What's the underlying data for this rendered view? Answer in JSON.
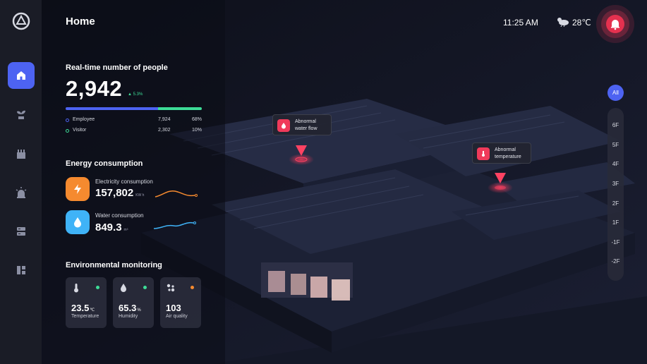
{
  "header": {
    "title": "Home",
    "time": "11:25 AM",
    "temperature": "28℃",
    "weather_icon": "cloudy-icon",
    "alarm_icon": "bell-icon"
  },
  "sidebar": {
    "items": [
      {
        "icon": "home-icon",
        "active": true
      },
      {
        "icon": "plant-icon",
        "active": false
      },
      {
        "icon": "factory-icon",
        "active": false
      },
      {
        "icon": "alarm-light-icon",
        "active": false
      },
      {
        "icon": "server-icon",
        "active": false
      },
      {
        "icon": "layout-icon",
        "active": false
      }
    ]
  },
  "people": {
    "title": "Real-time number of people",
    "total": "2,942",
    "growth": "5.3%",
    "employee": {
      "label": "Employee",
      "count": "7,924",
      "pct": "68%",
      "share": 0.68,
      "color": "#4d63f2"
    },
    "visitor": {
      "label": "Visitor",
      "count": "2,302",
      "pct": "10%",
      "color": "#3ddc97"
    }
  },
  "energy": {
    "title": "Energy consumption",
    "electricity": {
      "label": "Electricity consumption",
      "value": "157,802",
      "unit": "KW h",
      "color": "#f58a2f"
    },
    "water": {
      "label": "Water consumption",
      "value": "849.3",
      "unit": "m³",
      "color": "#3fb3f7"
    }
  },
  "environment": {
    "title": "Environmental monitoring",
    "cards": [
      {
        "value": "23.5",
        "unit": "℃",
        "label": "Temperature",
        "icon": "thermometer-icon",
        "dot": "#3ddc97"
      },
      {
        "value": "65.3",
        "unit": "%",
        "label": "Humidity",
        "icon": "droplet-icon",
        "dot": "#3ddc97"
      },
      {
        "value": "103",
        "unit": "",
        "label": "Air quality",
        "icon": "particles-icon",
        "dot": "#f58a2f"
      }
    ]
  },
  "alerts": [
    {
      "line1": "Abnormal",
      "line2": "water flow",
      "icon": "droplet-icon"
    },
    {
      "line1": "Abnormal",
      "line2": "temperature",
      "icon": "thermometer-icon"
    }
  ],
  "floors": {
    "all_label": "All",
    "items": [
      "6F",
      "5F",
      "4F",
      "3F",
      "2F",
      "1F",
      "-1F",
      "-2F"
    ]
  },
  "colors": {
    "accent": "#4d63f2",
    "alert": "#f03a5a"
  }
}
